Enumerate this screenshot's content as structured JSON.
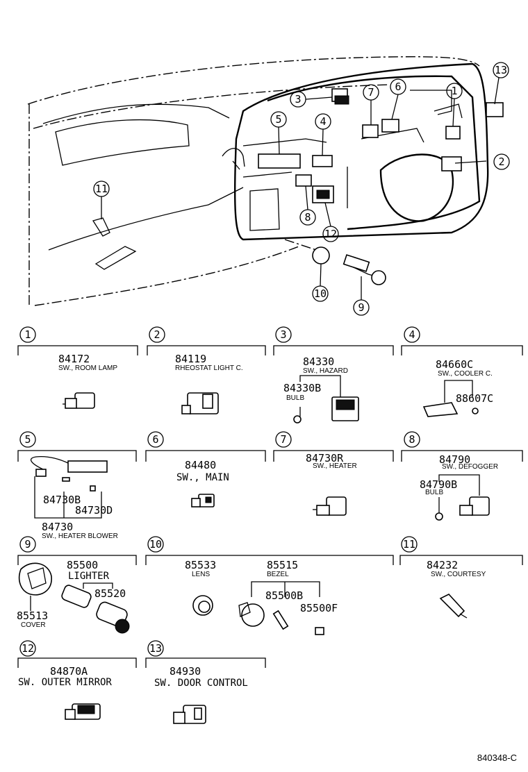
{
  "diagram_ref": "840348-C",
  "callouts": [
    "1",
    "2",
    "3",
    "4",
    "5",
    "6",
    "7",
    "8",
    "9",
    "10",
    "11",
    "12",
    "13"
  ],
  "panels": {
    "p1": {
      "num": "1",
      "part": "84172",
      "label": "SW., ROOM  LAMP"
    },
    "p2": {
      "num": "2",
      "part": "84119",
      "label": "RHEOSTAT LIGHT C."
    },
    "p3": {
      "num": "3",
      "part": "84330",
      "label": "SW., HAZARD",
      "sub_part": "84330B",
      "sub_label": "BULB"
    },
    "p4": {
      "num": "4",
      "part": "84660C",
      "label": "SW., COOLER C.",
      "sub_part": "88607C"
    },
    "p5": {
      "num": "5",
      "part": "84730",
      "label": "SW., HEATER BLOWER",
      "sub_part_a": "84730B",
      "sub_part_b": "84730D"
    },
    "p6": {
      "num": "6",
      "part": "84480",
      "label": "SW., MAIN"
    },
    "p7": {
      "num": "7",
      "part": "84730R",
      "label": "SW., HEATER"
    },
    "p8": {
      "num": "8",
      "part": "84790",
      "label": "SW., DEFOGGER",
      "sub_part": "84790B",
      "sub_label": "BULB"
    },
    "p9": {
      "num": "9",
      "part": "85500",
      "label": "LIGHTER",
      "sub_part_a": "85520",
      "sub_part_b": "85513",
      "sub_label_b": "COVER"
    },
    "p10": {
      "num": "10",
      "part_a": "85533",
      "label_a": "LENS",
      "part_b": "85515",
      "label_b": "BEZEL",
      "sub_part_a": "85500B",
      "sub_part_b": "85500F"
    },
    "p11": {
      "num": "11",
      "part": "84232",
      "label": "SW., COURTESY"
    },
    "p12": {
      "num": "12",
      "part": "84870A",
      "label": "SW. OUTER MIRROR"
    },
    "p13": {
      "num": "13",
      "part": "84930",
      "label": "SW. DOOR CONTROL"
    }
  }
}
